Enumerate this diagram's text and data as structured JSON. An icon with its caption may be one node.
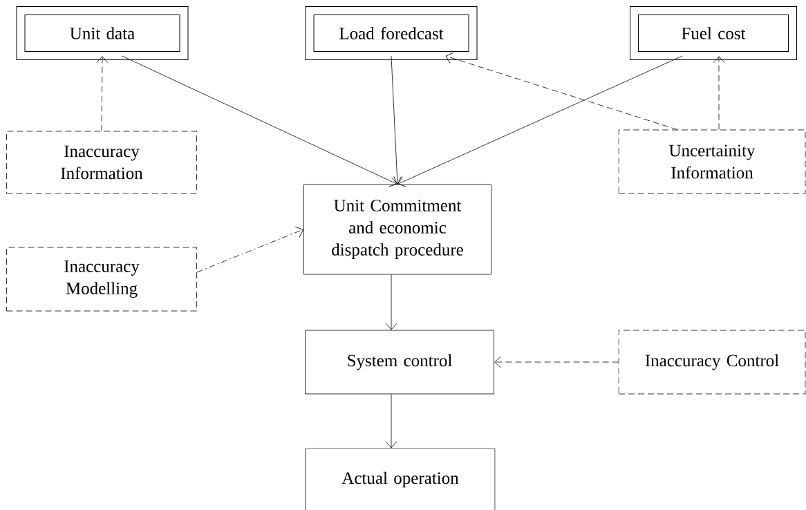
{
  "diagram": {
    "nodes": [
      {
        "text": [
          "Unit data"
        ]
      },
      {
        "text": [
          "Load foredcast"
        ]
      },
      {
        "text": [
          "Fuel cost"
        ]
      },
      {
        "text": [
          "Inaccuracy Information"
        ]
      },
      {
        "text": [
          "Uncertainity Information"
        ]
      },
      {
        "text": [
          "Unit Commitment and economic dispatch procedure"
        ]
      },
      {
        "text": [
          "Inaccuracy Modelling"
        ]
      },
      {
        "text": [
          "System control"
        ]
      },
      {
        "text": [
          "Inaccuracy Control"
        ]
      },
      {
        "text": [
          "Actual operation"
        ]
      }
    ],
    "edges": [
      {
        "from": 0,
        "to": 5,
        "arrow": "to"
      },
      {
        "from": 1,
        "to": 5,
        "arrow": "to"
      },
      {
        "from": 2,
        "to": 5,
        "arrow": "to"
      },
      {
        "from": 3,
        "to": 0,
        "arrow": "to",
        "style": "dashed"
      },
      {
        "from": 4,
        "to": 1,
        "arrow": "to",
        "style": "dashed"
      },
      {
        "from": 4,
        "to": 2,
        "arrow": "to",
        "style": "dashed"
      },
      {
        "from": 6,
        "to": 5,
        "arrow": "to",
        "style": "dashed"
      },
      {
        "from": 5,
        "to": 7,
        "arrow": "to"
      },
      {
        "from": 7,
        "to": 9,
        "arrow": "to"
      },
      {
        "from": 8,
        "to": 7,
        "arrow": "to",
        "style": "dashed"
      }
    ]
  }
}
